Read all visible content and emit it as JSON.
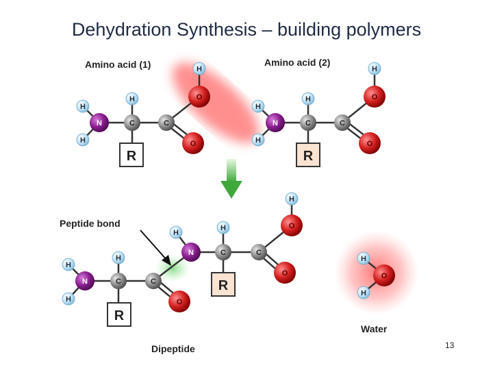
{
  "title": "Dehydration Synthesis – building polymers",
  "page_number": "13",
  "labels": {
    "amino_acid_1": "Amino acid (1)",
    "amino_acid_2": "Amino acid (2)",
    "peptide_bond": "Peptide bond",
    "dipeptide": "Dipeptide",
    "water": "Water"
  },
  "atoms": {
    "hydrogen": "H",
    "nitrogen": "N",
    "carbon": "C",
    "oxygen": "O",
    "side_chain": "R"
  },
  "colors": {
    "title": "#1f2a44",
    "hydrogen": "#bfe3f7",
    "nitrogen": "#8a1f8f",
    "carbon": "#8f8f8f",
    "oxygen": "#d42020",
    "removal_glow": "#ff6b6b",
    "bond_glow": "#8fe08f",
    "arrow": "#4caf3f"
  }
}
